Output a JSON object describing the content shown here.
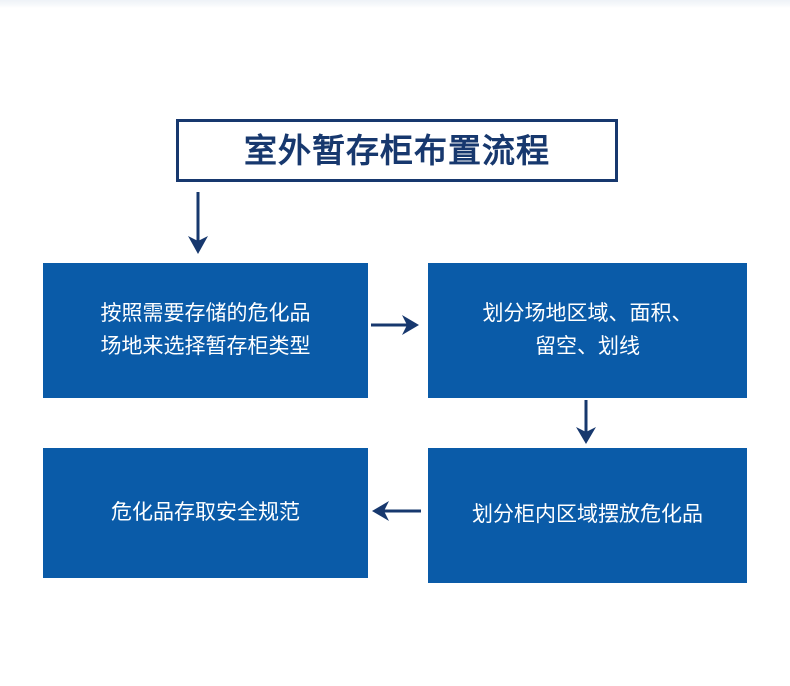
{
  "diagram": {
    "title": "室外暂存柜布置流程",
    "title_color": "#17386e",
    "box_fill_color": "#0a5ba8",
    "box_text_color": "#ffffff",
    "arrow_color": "#17386e",
    "background_color": "#ffffff",
    "type": "flowchart",
    "steps": [
      {
        "id": "step-1",
        "order": 1,
        "text": "按照需要存储的危化品\n场地来选择暂存柜类型",
        "lines": [
          "按照需要存储的危化品",
          "场地来选择暂存柜类型"
        ]
      },
      {
        "id": "step-2",
        "order": 2,
        "text": "划分场地区域、面积、\n留空、划线",
        "lines": [
          "划分场地区域、面积、",
          "留空、划线"
        ]
      },
      {
        "id": "step-3",
        "order": 3,
        "text": "划分柜内区域摆放危化品",
        "lines": [
          "划分柜内区域摆放危化品"
        ]
      },
      {
        "id": "step-4",
        "order": 4,
        "text": "危化品存取安全规范",
        "lines": [
          "危化品存取安全规范"
        ]
      }
    ],
    "connectors": [
      {
        "id": "connector-title-step1",
        "from": "title",
        "to": "step-1",
        "direction": "down"
      },
      {
        "id": "connector-step1-step2",
        "from": "step-1",
        "to": "step-2",
        "direction": "right"
      },
      {
        "id": "connector-step2-step3",
        "from": "step-2",
        "to": "step-3",
        "direction": "down"
      },
      {
        "id": "connector-step3-step4",
        "from": "step-3",
        "to": "step-4",
        "direction": "left"
      }
    ]
  }
}
